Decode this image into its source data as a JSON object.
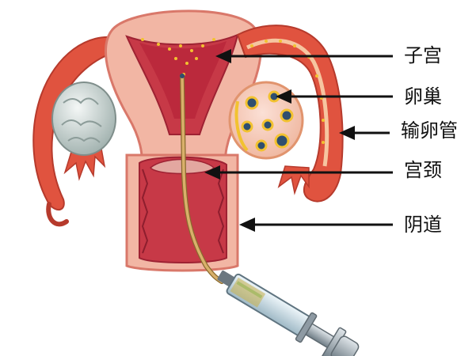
{
  "labels": {
    "uterus": "子宫",
    "ovary": "卵巢",
    "fallopian_tube": "输卵管",
    "cervix": "宫颈",
    "vagina": "阴道"
  },
  "colors": {
    "tissue_light": "#f2b6a4",
    "tissue_dark": "#d9786a",
    "tube_red": "#e0533f",
    "inner_red": "#b8253a",
    "sperm_yellow": "#f2c230",
    "ovary_grey": "#cfd8d6",
    "follicle_blue": "#2f4f6f",
    "syringe_glass": "#cfe2ec",
    "syringe_plunger": "#8e9aa3",
    "catheter_tan": "#d9b06a",
    "arrow": "#111111"
  }
}
